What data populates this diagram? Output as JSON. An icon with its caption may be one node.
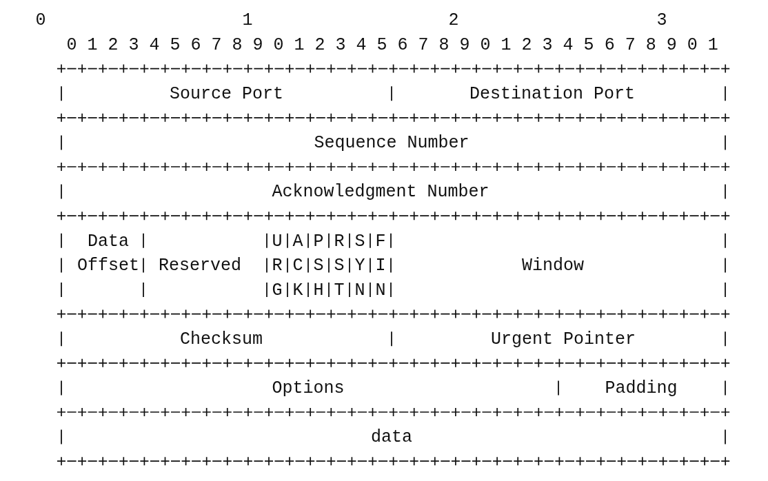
{
  "diagram": {
    "nodes": [
      {
        "text": [
          "Source Port"
        ]
      },
      {
        "text": [
          "Destination Port"
        ]
      },
      {
        "text": [
          "Sequence Number"
        ]
      },
      {
        "text": [
          "Acknowledgment Number"
        ]
      },
      {
        "text": [
          "Data Offset"
        ]
      },
      {
        "text": [
          "Reserved"
        ]
      },
      {
        "text": [
          "URG"
        ]
      },
      {
        "text": [
          "ACK"
        ]
      },
      {
        "text": [
          "PSH"
        ]
      },
      {
        "text": [
          "RST"
        ]
      },
      {
        "text": [
          "SYN"
        ]
      },
      {
        "text": [
          "FIN"
        ]
      },
      {
        "text": [
          "Window"
        ]
      },
      {
        "text": [
          "Checksum"
        ]
      },
      {
        "text": [
          "Urgent Pointer"
        ]
      },
      {
        "text": [
          "Options"
        ]
      },
      {
        "text": [
          "Padding"
        ]
      },
      {
        "text": [
          "data"
        ]
      }
    ],
    "labels": [
      "0",
      "1",
      "2",
      "3",
      "0 1 2 3 4 5 6 7 8 9 0 1 2 3 4 5 6 7 8 9 0 1 2 3 4 5 6 7 8 9 0 1"
    ]
  }
}
